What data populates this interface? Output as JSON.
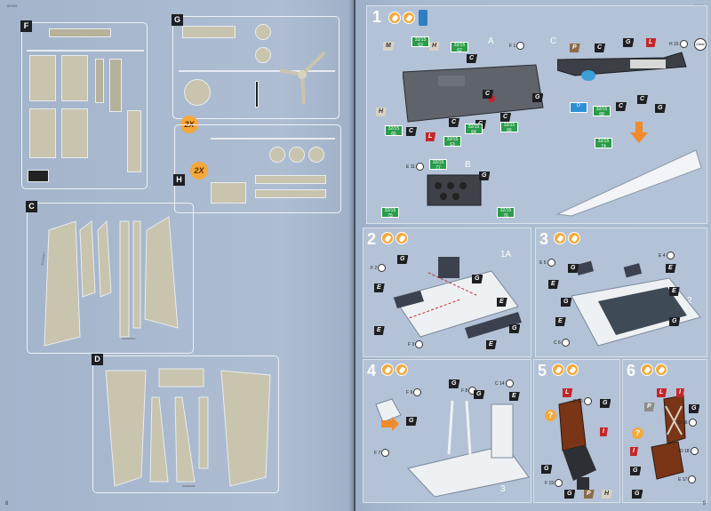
{
  "left_page": {
    "header_code": "80939",
    "page_number": "8",
    "sprues": [
      {
        "letter": "F"
      },
      {
        "letter": "G",
        "times": "2X"
      },
      {
        "letter": "H",
        "times": "2X"
      },
      {
        "letter": "C"
      },
      {
        "letter": "D"
      }
    ],
    "part_labels": {
      "d_bottom": "2008/2009",
      "c_mid": "SIKORSKY",
      "c_bottom": "SIKORSKY"
    }
  },
  "right_page": {
    "header_code": "80939",
    "page_number": "9",
    "steps": [
      {
        "number": "1",
        "sub_a": "A",
        "sub_b": "B",
        "sub_c": "C",
        "refs": [
          "F 1",
          "E 11",
          "H 15",
          "E"
        ],
        "flags": [
          "M",
          "H",
          "C",
          "C",
          "C",
          "G",
          "H",
          "C",
          "L",
          "C",
          "C",
          "G",
          "P",
          "C",
          "G",
          "L",
          "C",
          "C",
          "G"
        ],
        "paints": [
          {
            "top": "32/15",
            "bottom": "63"
          },
          {
            "top": "32/15",
            "bottom": "62"
          },
          {
            "top": "32/15",
            "bottom": "65"
          },
          {
            "top": "32/15",
            "bottom": "64"
          },
          {
            "top": "32/15",
            "bottom": "63"
          },
          {
            "top": "32/15",
            "bottom": "66"
          },
          {
            "top": "32/15",
            "bottom": "65"
          },
          {
            "top": "32/15",
            "bottom": "68"
          },
          {
            "top": "32/15",
            "bottom": "74"
          },
          {
            "top": "32/15",
            "bottom": "77"
          },
          {
            "top": "32/15",
            "bottom": "75"
          },
          {
            "top": "32/15",
            "bottom": "76"
          }
        ],
        "decal_o": "O",
        "clear_tag": "Clear"
      },
      {
        "number": "2",
        "sub": "1A",
        "refs": [
          "F 2",
          "F 3"
        ],
        "flags": [
          "G",
          "E",
          "E",
          "G",
          "E",
          "G",
          "E"
        ]
      },
      {
        "number": "3",
        "sub": "2",
        "refs": [
          "E 5",
          "E 4",
          "C 6"
        ],
        "flags": [
          "G",
          "E",
          "E",
          "E",
          "G",
          "E",
          "G"
        ]
      },
      {
        "number": "4",
        "sub": "3",
        "refs": [
          "F 9",
          "F 8",
          "C 14",
          "F 7"
        ],
        "flags": [
          "G",
          "G",
          "G",
          "E"
        ]
      },
      {
        "number": "5",
        "refs": [
          "D 20",
          "F 19"
        ],
        "flags": [
          "L",
          "G",
          "I",
          "G",
          "G",
          "P",
          "H"
        ],
        "question": "?"
      },
      {
        "number": "6",
        "refs": [
          "D 16",
          "D 18",
          "E 17"
        ],
        "flags": [
          "L",
          "I",
          "P",
          "G",
          "I",
          "G",
          "G"
        ],
        "question": "?"
      }
    ]
  }
}
